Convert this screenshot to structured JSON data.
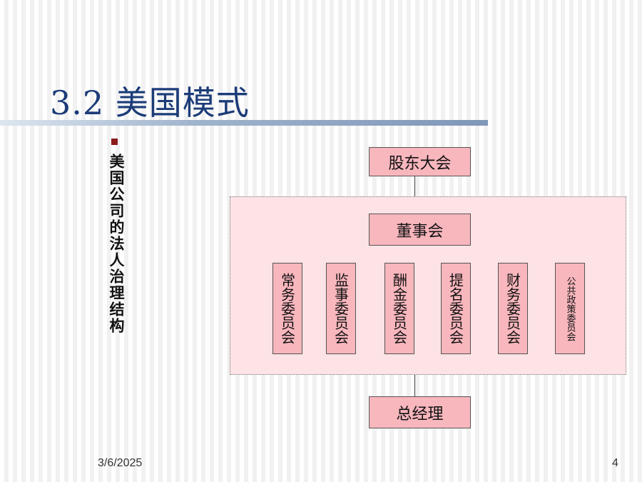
{
  "slide": {
    "title": "3.2 美国模式",
    "side_label": "美国公司的法人治理结构",
    "footer_date": "3/6/2025",
    "page_number": "4"
  },
  "diagram": {
    "top_node": "股东大会",
    "board": "董事会",
    "committees": [
      "常务委员会",
      "监事委员会",
      "酬金委员会",
      "提名委员会",
      "财务委员会",
      "公共政策委员会"
    ],
    "bottom_node": "总经理"
  },
  "colors": {
    "title": "#1c3c78",
    "box_fill": "#f8b6bd",
    "area_fill": "#fde3e5",
    "bullet": "#8b1a1a"
  }
}
